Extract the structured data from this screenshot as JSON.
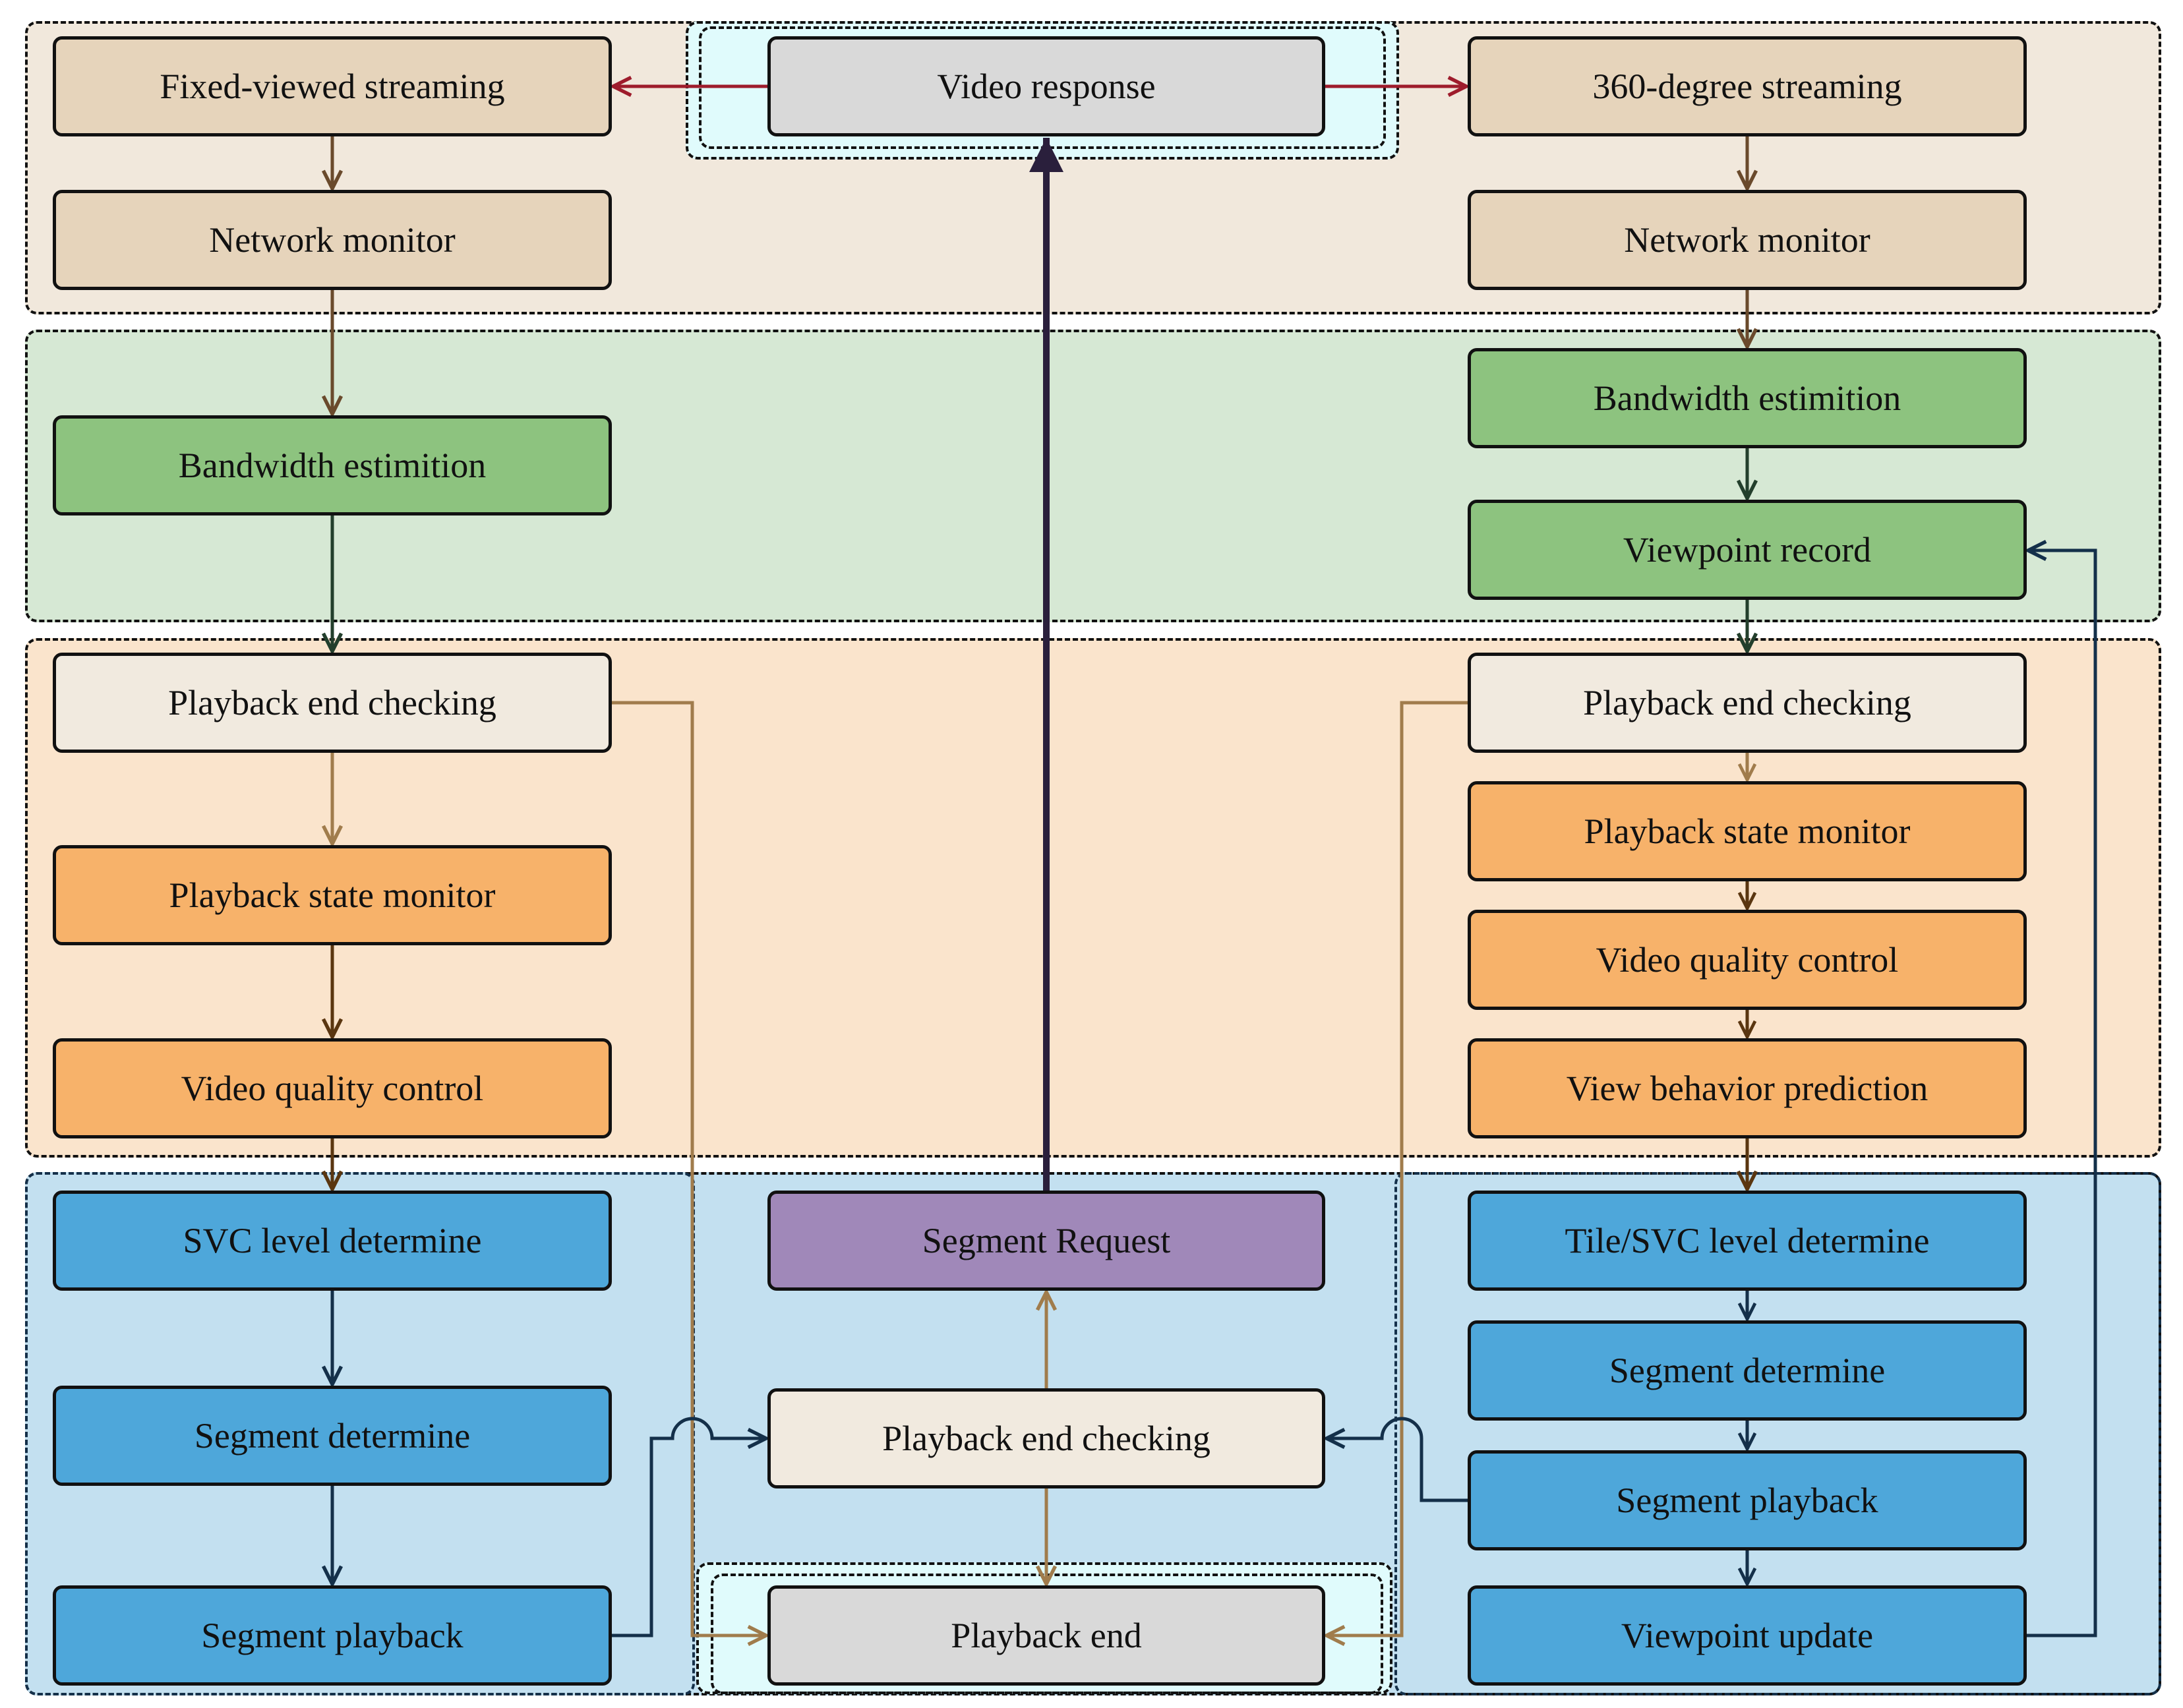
{
  "colors": {
    "streaming_region": "#f1e8dc",
    "streaming_node": "#e6d4bb",
    "bandwidth_region": "#d6e8d4",
    "bandwidth_node": "#8dc37f",
    "playback_region": "#fae4cc",
    "playback_node": "#f7b26a",
    "checking_node": "#f1eadf",
    "segment_region": "#c3e0f0",
    "segment_node": "#4ea7da",
    "cyan_region": "#e0fbfc",
    "grey_node": "#d9d9d9",
    "request_node": "#a088b9",
    "arrow_response": "#9e1c2c",
    "arrow_tan": "#a07c4c",
    "arrow_brown": "#6a4a2c",
    "arrow_green": "#233f2c",
    "arrow_orange_brown": "#5a3610",
    "arrow_navy": "#14304a",
    "arrow_request": "#2a1f3c"
  },
  "nodes": {
    "video_response": "Video response",
    "fixed_streaming": "Fixed-viewed streaming",
    "streaming_360": "360-degree streaming",
    "left_network_monitor": "Network monitor",
    "right_network_monitor": "Network monitor",
    "left_bandwidth": "Bandwidth estimition",
    "right_bandwidth": "Bandwidth estimition",
    "viewpoint_record": "Viewpoint record",
    "left_playback_checking": "Playback end checking",
    "right_playback_checking": "Playback end checking",
    "left_playback_state": "Playback state monitor",
    "right_playback_state": "Playback state monitor",
    "left_quality_control": "Video quality control",
    "right_quality_control": "Video quality control",
    "view_behavior_prediction": "View behavior prediction",
    "svc_level": "SVC level determine",
    "tile_svc_level": "Tile/SVC level determine",
    "segment_request": "Segment Request",
    "left_segment_determine": "Segment determine",
    "right_segment_determine": "Segment determine",
    "center_playback_checking": "Playback end checking",
    "left_segment_playback": "Segment playback",
    "right_segment_playback": "Segment playback",
    "playback_end": "Playback end",
    "viewpoint_update": "Viewpoint update"
  }
}
